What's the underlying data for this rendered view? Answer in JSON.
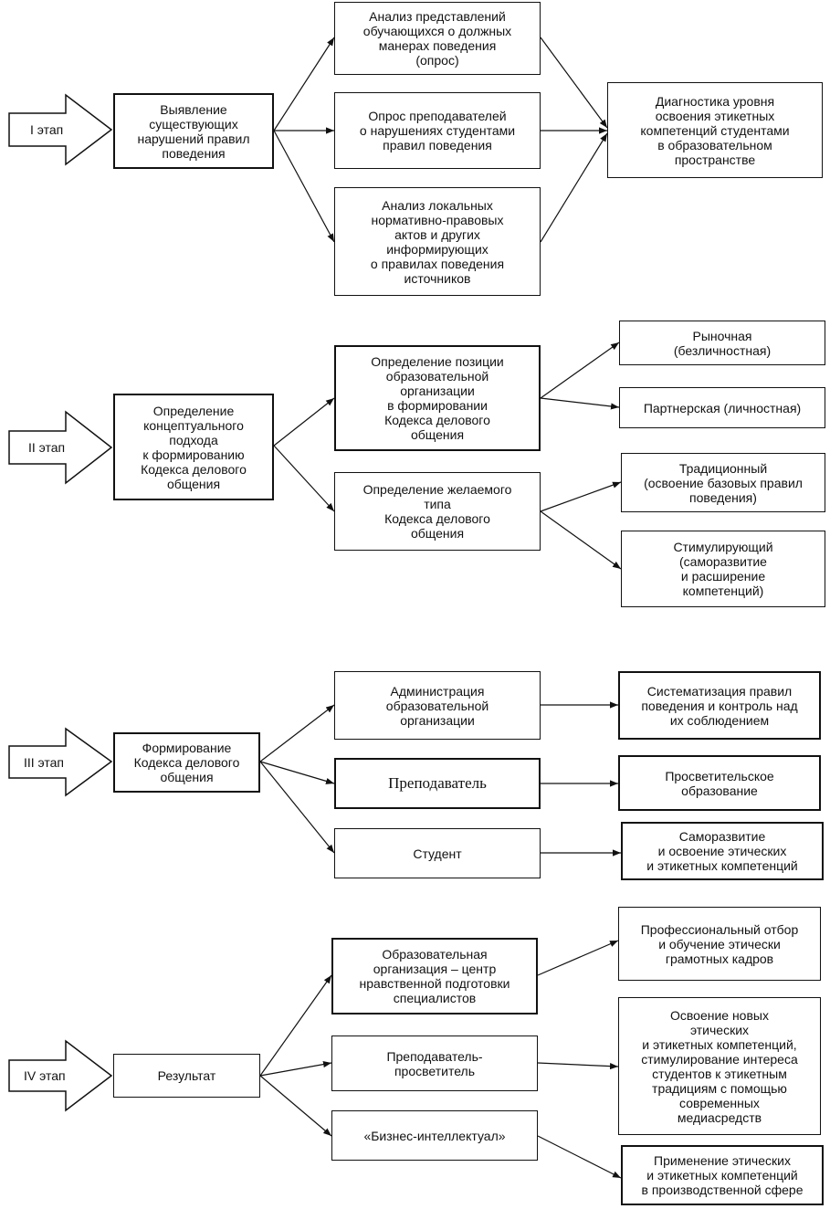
{
  "stages": [
    {
      "label": "I этап",
      "main": "Выявление\nсуществующих\nнарушений правил\nповедения",
      "middle": [
        "Анализ представлений\nобучающихся о должных\nманерах поведения\n(опрос)",
        "Опрос преподавателей\nо нарушениях студентами\nправил поведения",
        "Анализ локальных\nнормативно-правовых\nактов и других\nинформирующих\nо правилах поведения\nисточников"
      ],
      "right": [
        "Диагностика уровня\nосвоения этикетных\nкомпетенций студентами\nв образовательном\nпространстве"
      ]
    },
    {
      "label": "II этап",
      "main": "Определение\nконцептуального\nподхода\nк формированию\nКодекса делового\nобщения",
      "middle": [
        "Определение позиции\nобразовательной\nорганизации\nв формировании\nКодекса делового\nобщения",
        "Определение желаемого\nтипа\nКодекса делового\nобщения"
      ],
      "right": [
        "Рыночная\n(безличностная)",
        "Партнерская (личностная)",
        "Традиционный\n(освоение базовых правил\nповедения)",
        "Стимулирующий\n(саморазвитие\nи расширение\nкомпетенций)"
      ]
    },
    {
      "label": "III этап",
      "main": "Формирование\nКодекса делового\nобщения",
      "middle": [
        "Администрация\nобразовательной\nорганизации",
        "Преподаватель",
        "Студент"
      ],
      "right": [
        "Систематизация правил\nповедения и контроль над\nих соблюдением",
        "Просветительское\nобразование",
        "Саморазвитие\nи освоение этических\nи этикетных компетенций"
      ]
    },
    {
      "label": "IV этап",
      "main": "Результат",
      "middle": [
        "Образовательная\nорганизация – центр\nнравственной подготовки\nспециалистов",
        "Преподаватель-\nпросветитель",
        "«Бизнес-интеллектуал»"
      ],
      "right": [
        "Профессиональный отбор\nи обучение этически\nграмотных кадров",
        "Освоение новых\nэтических\nи этикетных компетенций,\nстимулирование интереса\nстудентов к этикетным\nтрадициям с помощью\nсовременных\nмедиасредств",
        "Применение этических\nи этикетных компетенций\nв производственной сфере"
      ]
    }
  ]
}
